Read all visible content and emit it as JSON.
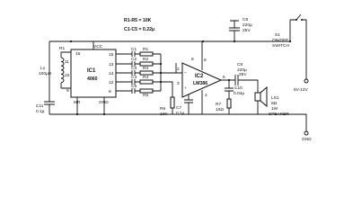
{
  "notes": {
    "line1": "R1-R5 = 10K",
    "line2": "C1-C5 = 0.22µ"
  },
  "ic1": {
    "ref": "IC1",
    "part": "4060",
    "pins": {
      "p16": "16",
      "p10": "10",
      "p11": "11",
      "p9": "9",
      "p15": "15",
      "p13": "13",
      "p14": "14",
      "p12": "12",
      "p8": "8",
      "mr": "MR",
      "gnd": "GND",
      "vcc": "VCC",
      "r1": "R1"
    }
  },
  "ic2": {
    "ref": "IC2",
    "part": "LM386",
    "pins": {
      "p2": "2",
      "p3": "3",
      "p4": "4",
      "p5": "5",
      "p6": "6",
      "p8": "8"
    }
  },
  "parts": {
    "l1": [
      "L1",
      "100µH"
    ],
    "c11": [
      "C11",
      "0.1µ"
    ],
    "r6": [
      "R6",
      "10K"
    ],
    "c7": [
      "C7",
      "0.1µ"
    ],
    "c8": [
      "C8",
      "220µ",
      "25V"
    ],
    "c9": [
      "C9",
      "220µ",
      "25V"
    ],
    "c10": [
      "C10",
      "0.04µ"
    ],
    "r7": [
      "R7",
      "10Ω"
    ],
    "s1": [
      "S1",
      "ON/OFF",
      "SWITCH"
    ],
    "ls1": [
      "LS1",
      "8Ω",
      "1W",
      "SPEAKER"
    ],
    "supply": "6V-12V",
    "gnd": "GND"
  },
  "rc_net": {
    "caps": [
      "C1",
      "C2",
      "C3",
      "C4",
      "C5"
    ],
    "res": [
      "R1",
      "R2",
      "R3",
      "R4",
      "R5"
    ]
  }
}
